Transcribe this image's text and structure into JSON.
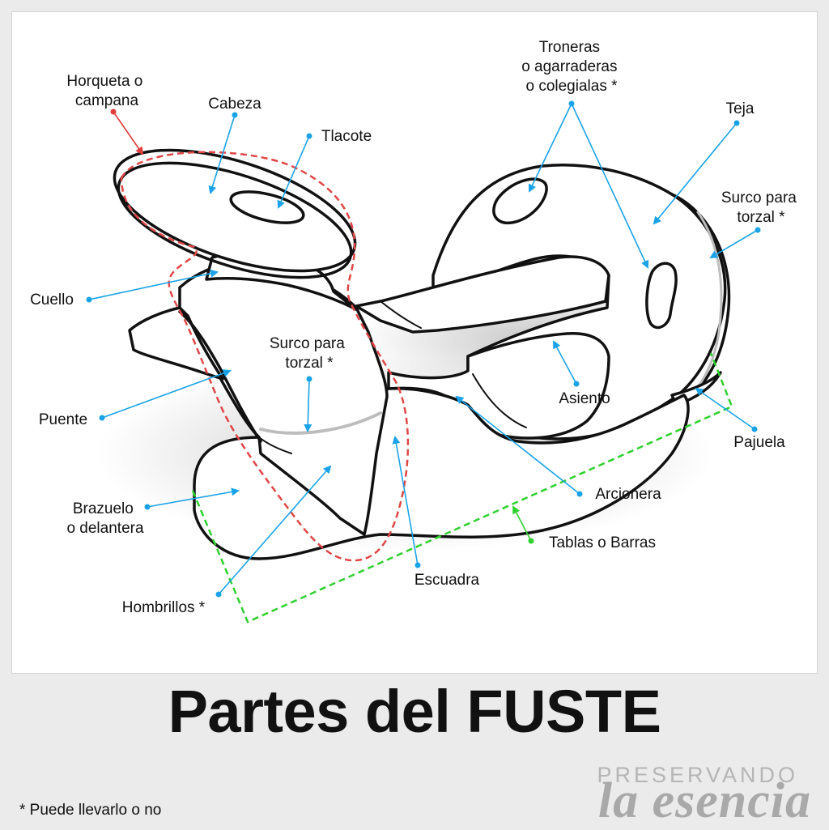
{
  "title": "Partes del FUSTE",
  "footnote": "* Puede llevarlo o no",
  "brand": {
    "top": "PRESERVANDO",
    "main": "la esencia"
  },
  "colors": {
    "leader_blue": "#1aa3e8",
    "leader_red": "#e23b3b",
    "outline_red": "#e04646",
    "outline_green": "#2fd12f",
    "ink": "#111111",
    "background": "#ebebeb"
  },
  "labels": {
    "horqueta": [
      "Horqueta o",
      "campana"
    ],
    "cabeza": "Cabeza",
    "tlacote": "Tlacote",
    "troneras": [
      "Troneras",
      "o agarraderas",
      "o colegialas *"
    ],
    "teja": "Teja",
    "surco_trasero": [
      "Surco para",
      "torzal *"
    ],
    "cuello": "Cuello",
    "surco_delantero": [
      "Surco para",
      "torzal *"
    ],
    "puente": "Puente",
    "asiento": "Asiento",
    "pajuela": "Pajuela",
    "brazuelo": [
      "Brazuelo",
      "o delantera"
    ],
    "arcionera": "Arcionera",
    "tablas": "Tablas o Barras",
    "escuadra": "Escuadra",
    "hombrillos": "Hombrillos *"
  }
}
